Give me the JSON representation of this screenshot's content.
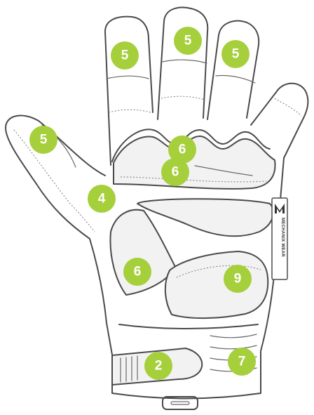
{
  "accent_color": "#a6cf3c",
  "callouts": [
    {
      "number": "5",
      "area": "index-fingertip"
    },
    {
      "number": "5",
      "area": "middle-fingertip"
    },
    {
      "number": "5",
      "area": "ring-fingertip"
    },
    {
      "number": "5",
      "area": "thumb-tip"
    },
    {
      "number": "6",
      "area": "upper-palm"
    },
    {
      "number": "4",
      "area": "thumb-crotch"
    },
    {
      "number": "6",
      "area": "mid-palm"
    },
    {
      "number": "6",
      "area": "thenar-pad"
    },
    {
      "number": "9",
      "area": "heel-pad"
    },
    {
      "number": "2",
      "area": "wrist-closure"
    },
    {
      "number": "7",
      "area": "cuff"
    }
  ],
  "brand_tag": {
    "text": "MECHANIX WEAR",
    "logo_icon": "mechanix-m-logo"
  }
}
